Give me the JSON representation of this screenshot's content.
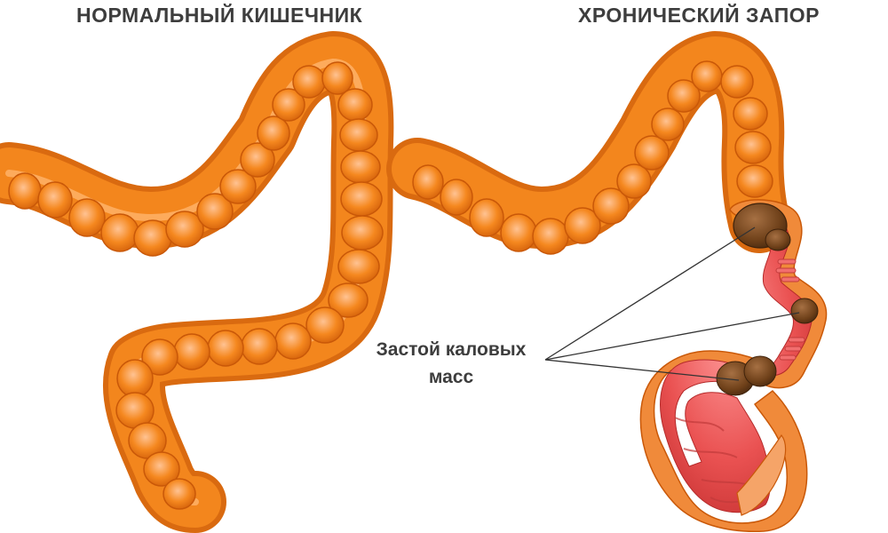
{
  "titles": {
    "normal": "НОРМАЛЬНЫЙ КИШЕЧНИК",
    "chronic": "ХРОНИЧЕСКИЙ ЗАПОР"
  },
  "annotation": {
    "line1": "Застой каловых",
    "line2": "масс"
  },
  "colors": {
    "colon": "#f0801c",
    "colon_shadow": "#cf5e08",
    "colon_highlight": "#ffd2a8",
    "rectum_inflamed": "#e84c4c",
    "stool": "#7a4a1e",
    "text": "#3d3d3d",
    "background": "#ffffff"
  }
}
